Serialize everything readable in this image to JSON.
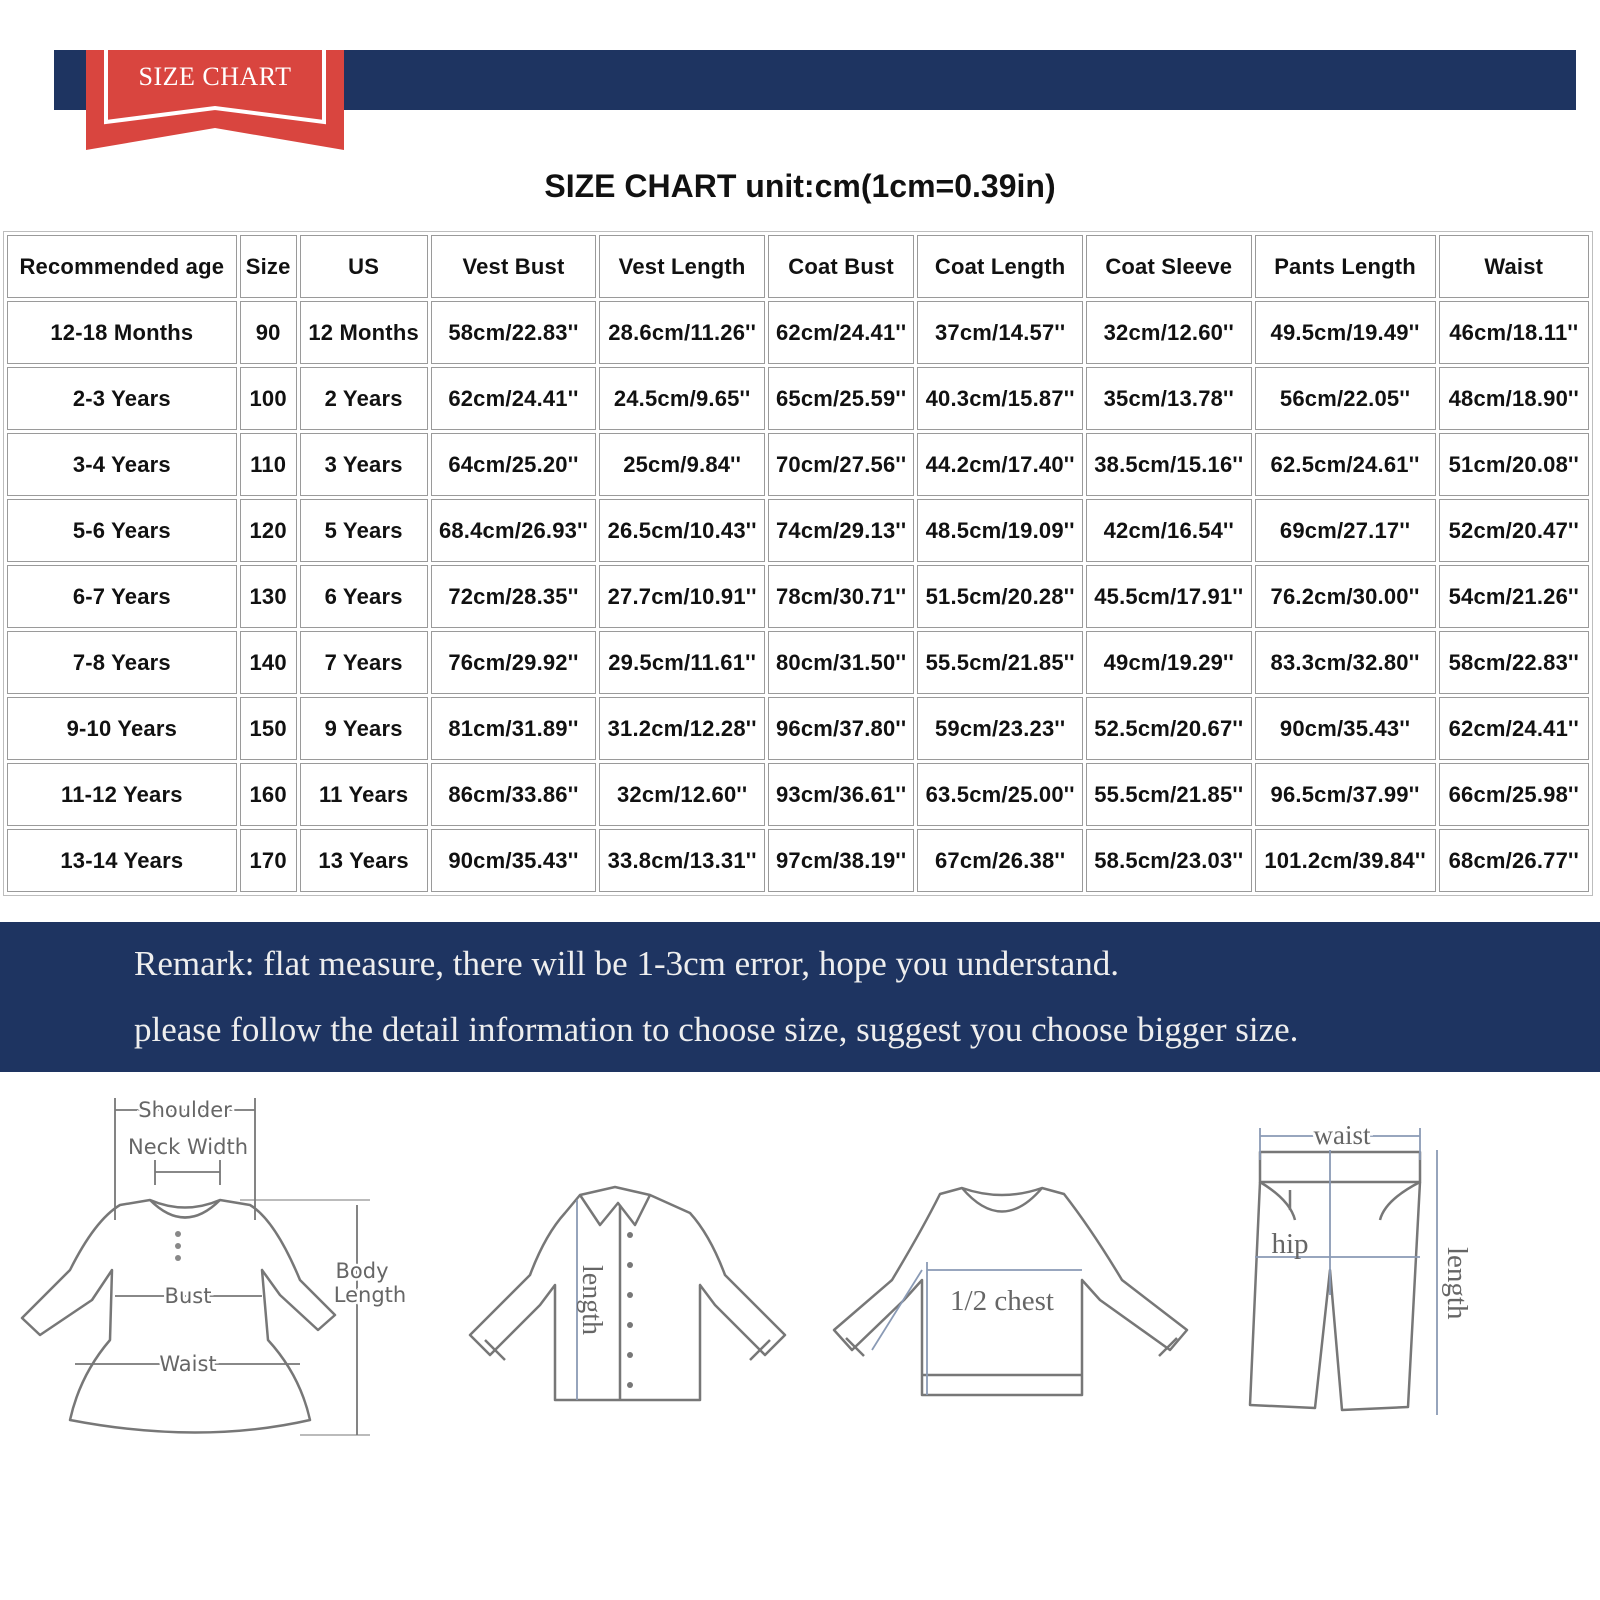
{
  "banner": {
    "ribbon_label": "SIZE CHART",
    "colors": {
      "navy": "#1e3461",
      "ribbon_red": "#d9453f"
    }
  },
  "title": "SIZE CHART unit:cm(1cm=0.39in)",
  "table": {
    "headers": [
      "Recommended age",
      "Size",
      "US",
      "Vest Bust",
      "Vest Length",
      "Coat Bust",
      "Coat Length",
      "Coat Sleeve",
      "Pants Length",
      "Waist"
    ],
    "rows": [
      [
        "12-18 Months",
        "90",
        "12 Months",
        "58cm/22.83''",
        "28.6cm/11.26''",
        "62cm/24.41''",
        "37cm/14.57''",
        "32cm/12.60''",
        "49.5cm/19.49''",
        "46cm/18.11''"
      ],
      [
        "2-3 Years",
        "100",
        "2 Years",
        "62cm/24.41''",
        "24.5cm/9.65''",
        "65cm/25.59''",
        "40.3cm/15.87''",
        "35cm/13.78''",
        "56cm/22.05''",
        "48cm/18.90''"
      ],
      [
        "3-4 Years",
        "110",
        "3 Years",
        "64cm/25.20''",
        "25cm/9.84''",
        "70cm/27.56''",
        "44.2cm/17.40''",
        "38.5cm/15.16''",
        "62.5cm/24.61''",
        "51cm/20.08''"
      ],
      [
        "5-6 Years",
        "120",
        "5 Years",
        "68.4cm/26.93''",
        "26.5cm/10.43''",
        "74cm/29.13''",
        "48.5cm/19.09''",
        "42cm/16.54''",
        "69cm/27.17''",
        "52cm/20.47''"
      ],
      [
        "6-7 Years",
        "130",
        "6 Years",
        "72cm/28.35''",
        "27.7cm/10.91''",
        "78cm/30.71''",
        "51.5cm/20.28''",
        "45.5cm/17.91''",
        "76.2cm/30.00''",
        "54cm/21.26''"
      ],
      [
        "7-8 Years",
        "140",
        "7 Years",
        "76cm/29.92''",
        "29.5cm/11.61''",
        "80cm/31.50''",
        "55.5cm/21.85''",
        "49cm/19.29''",
        "83.3cm/32.80''",
        "58cm/22.83''"
      ],
      [
        "9-10 Years",
        "150",
        "9 Years",
        "81cm/31.89''",
        "31.2cm/12.28''",
        "96cm/37.80''",
        "59cm/23.23''",
        "52.5cm/20.67''",
        "90cm/35.43''",
        "62cm/24.41''"
      ],
      [
        "11-12 Years",
        "160",
        "11 Years",
        "86cm/33.86''",
        "32cm/12.60''",
        "93cm/36.61''",
        "63.5cm/25.00''",
        "55.5cm/21.85''",
        "96.5cm/37.99''",
        "66cm/25.98''"
      ],
      [
        "13-14 Years",
        "170",
        "13 Years",
        "90cm/35.43''",
        "33.8cm/13.31''",
        "97cm/38.19''",
        "67cm/26.38''",
        "58.5cm/23.03''",
        "101.2cm/39.84''",
        "68cm/26.77''"
      ]
    ]
  },
  "remark": {
    "line1": "Remark: flat measure, there will be 1-3cm error, hope you understand.",
    "line2": "please follow the detail information to choose size, suggest you choose bigger size."
  },
  "diagrams": {
    "dress": {
      "icon": "dress-diagram-icon",
      "shoulder": "Shoulder",
      "neck_width": "Neck Width",
      "bust": "Bust",
      "waist": "Waist",
      "body_length_1": "Body",
      "body_length_2": "Length"
    },
    "shirt": {
      "icon": "shirt-diagram-icon",
      "length": "length"
    },
    "sweater": {
      "icon": "sweater-diagram-icon",
      "chest": "1/2 chest"
    },
    "pants": {
      "icon": "pants-diagram-icon",
      "waist": "waist",
      "hip": "hip",
      "length": "length"
    }
  }
}
